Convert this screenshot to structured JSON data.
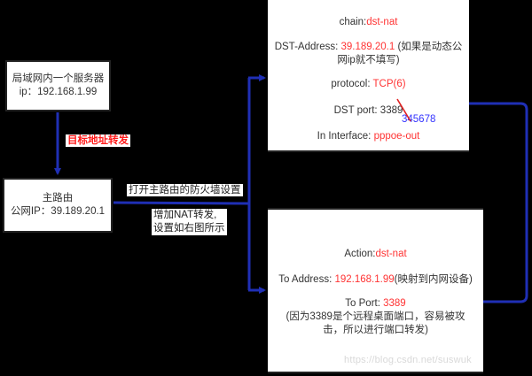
{
  "colors": {
    "background": "#000000",
    "connector": "#1f2fb5",
    "highlight": "#ff3333",
    "annotation_blue": "#3333ff",
    "strike": "#e02020"
  },
  "server_box": {
    "title": "局域网内一个服务器",
    "ip": "ip：192.168.1.99"
  },
  "labels": {
    "forward": "目标地址转发",
    "open_firewall": "打开主路由的防火墙设置",
    "add_nat_line1": "增加NAT转发,",
    "add_nat_line2": "设置如右图所示"
  },
  "router_box": {
    "title": "主路由",
    "public_ip": "公网IP：39.189.20.1"
  },
  "general_box": {
    "chain_label": "chain:",
    "chain_value": "dst-nat",
    "dst_address_label": "DST-Address: ",
    "dst_address_value": "39.189.20.1",
    "dst_address_note_1": " (如果是动态公",
    "dst_address_note_2": "网ip就不填写)",
    "protocol_label": "protocol: ",
    "protocol_value": "TCP(6)",
    "dst_port_label": "DST port: ",
    "dst_port_value": "3389",
    "dst_port_replacement": "345678",
    "in_interface_label": "In Interface: ",
    "in_interface_value": "pppoe-out"
  },
  "action_box": {
    "action_label": "Action:",
    "action_value": "dst-nat",
    "to_address_label": "To Address: ",
    "to_address_value": "192.168.1.99",
    "to_address_note": "(映射到内网设备)",
    "to_port_label": "To Port: ",
    "to_port_value": "3389",
    "to_port_note_1": "(因为3389是个远程桌面端口，容易被攻",
    "to_port_note_2": "击，所以进行端口转发)"
  },
  "watermark": "https://blog.csdn.net/suswuk"
}
